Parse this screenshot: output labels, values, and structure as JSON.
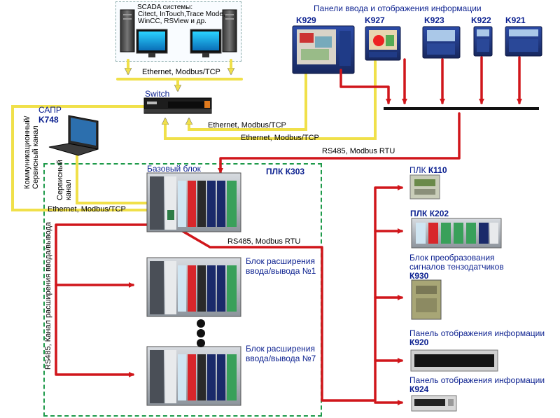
{
  "scada": {
    "title": "SCADA системы:",
    "line1": "Citect, InTouch,Trace Mode,",
    "line2": "WinCC, RSView и др."
  },
  "panels_header": "Панели ввода и отображения информации",
  "panels": [
    {
      "code": "K929"
    },
    {
      "code": "K927"
    },
    {
      "code": "K923"
    },
    {
      "code": "K922"
    },
    {
      "code": "K921"
    }
  ],
  "links": {
    "eth_top": "Ethernet, Modbus/TCP",
    "switch": "Switch",
    "eth_mid1": "Ethernet, Modbus/TCP",
    "eth_mid2": "Ethernet, Modbus/TCP",
    "rs485_top": "RS485, Modbus RTU",
    "eth_left": "Ethernet, Modbus/TCP",
    "rs485_mid": "RS485, Modbus RTU"
  },
  "sapr": {
    "title": "САПР",
    "code": "K748"
  },
  "vertical": {
    "comm_line1": "Коммуникационный/",
    "comm_line2": "Сервисный канал",
    "service_line1": "Сервисный",
    "service_line2": "канал",
    "rs485_ext": "RS485, Канал расширения ввода/вывода"
  },
  "plc": {
    "base_block": "Базовый блок",
    "title": "ПЛК К303",
    "ext1_line1": "Блок расширения",
    "ext1_line2": "ввода/вывода №1",
    "ext7_line1": "Блок расширения",
    "ext7_line2": "ввода/вывода №7"
  },
  "right_devices": {
    "k110_prefix": "ПЛК",
    "k110_code": "К110",
    "k202": "ПЛК К202",
    "k930_line1": "Блок преобразования",
    "k930_line2": "сигналов тензодатчиков",
    "k930_code": "К930",
    "k920_line1": "Панель отображения информации",
    "k920_code": "К920",
    "k924_line1": "Панель отображения информации",
    "k924_code": "К924"
  },
  "colors": {
    "ethernet": "#f0e04a",
    "rs485": "#d0161b",
    "plc_border": "#1e9a4a",
    "label_blue": "#0a1f8f"
  }
}
